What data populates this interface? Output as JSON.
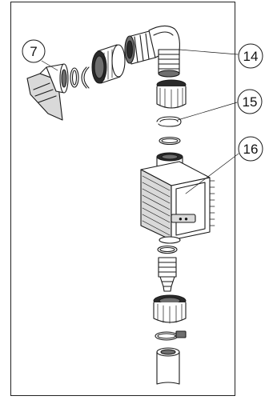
{
  "callouts": [
    {
      "id": "c7",
      "label": "7"
    },
    {
      "id": "c14",
      "label": "14"
    },
    {
      "id": "c15",
      "label": "15"
    },
    {
      "id": "c16",
      "label": "16"
    }
  ],
  "pump_label": "● ●"
}
